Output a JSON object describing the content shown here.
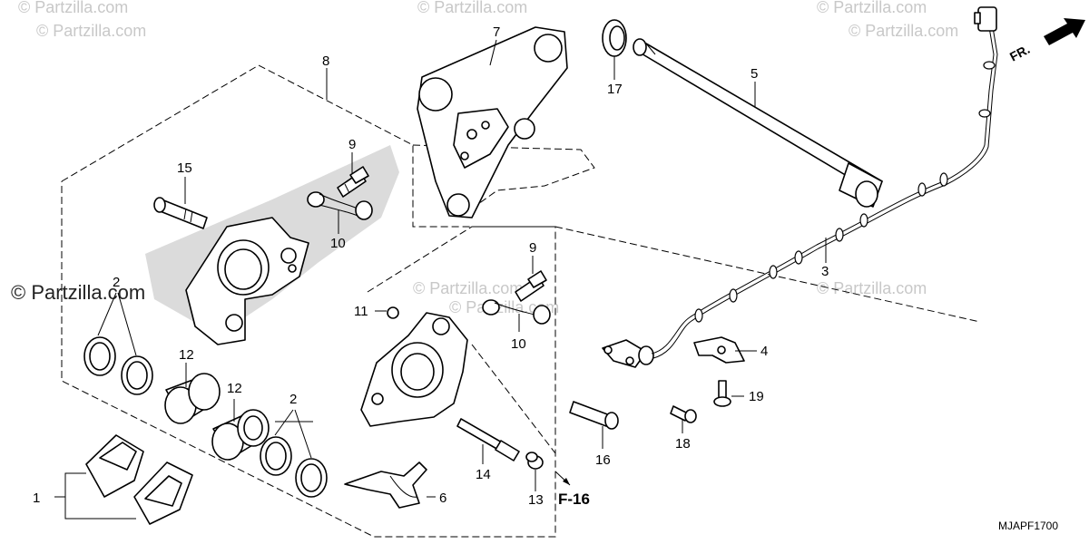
{
  "watermarks": [
    "© Partzilla.com",
    "© Partzilla.com",
    "© Partzilla.com",
    "© Partzilla.com",
    "© Partzilla.com",
    "© Partzilla.com",
    "© Partzilla.com",
    "© Partzilla.com"
  ],
  "watermark_large": "© Partzilla.com",
  "callouts": {
    "c1": "1",
    "c2a": "2",
    "c2b": "2",
    "c3": "3",
    "c4": "4",
    "c5": "5",
    "c6": "6",
    "c7": "7",
    "c8": "8",
    "c9a": "9",
    "c9b": "9",
    "c10a": "10",
    "c10b": "10",
    "c11": "11",
    "c12a": "12",
    "c12b": "12",
    "c13": "13",
    "c14": "14",
    "c15": "15",
    "c16": "16",
    "c17": "17",
    "c18": "18",
    "c19": "19"
  },
  "reference": "F-16",
  "front_indicator": "FR.",
  "diagram_code": "MJAPF1700",
  "colors": {
    "line": "#000000",
    "watermark": "#c8c8c8",
    "background": "#ffffff"
  }
}
